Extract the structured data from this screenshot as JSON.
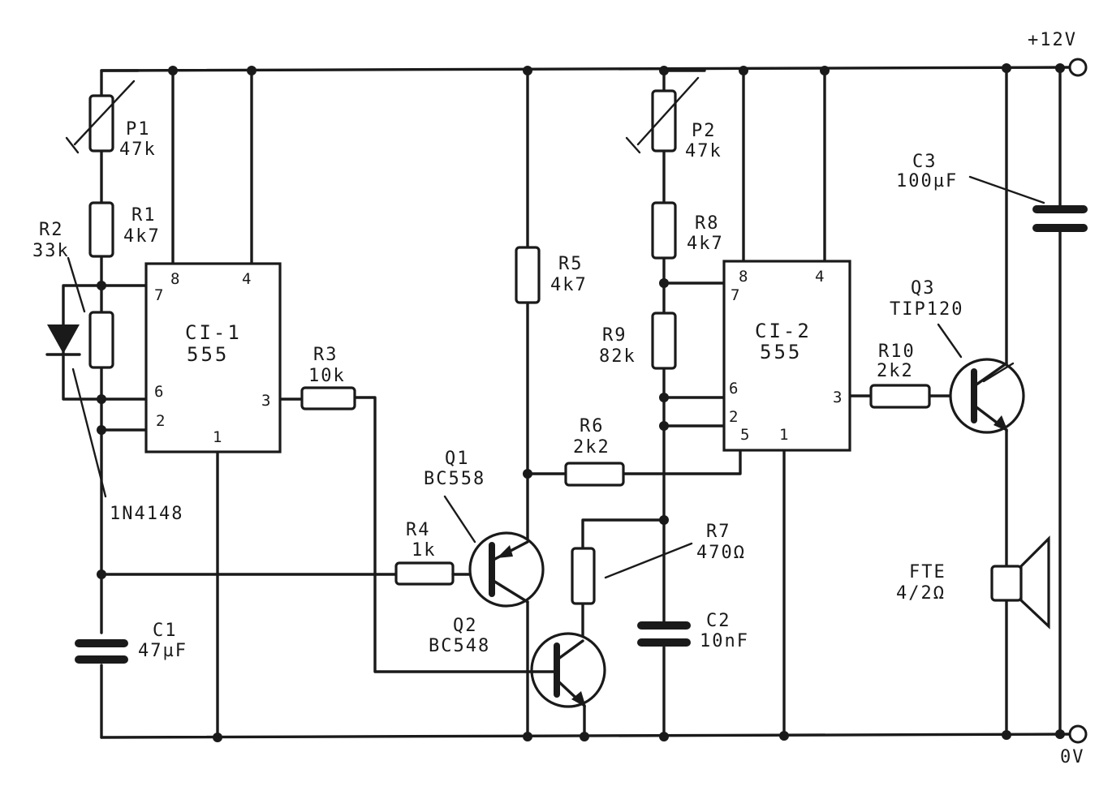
{
  "rails": {
    "positive": "+12V",
    "ground": "0V"
  },
  "ics": [
    {
      "ref": "CI-1",
      "type": "555",
      "pins": {
        "p8": "8",
        "p4": "4",
        "p7": "7",
        "p6": "6",
        "p2": "2",
        "p3": "3",
        "p1": "1"
      }
    },
    {
      "ref": "CI-2",
      "type": "555",
      "pins": {
        "p8": "8",
        "p4": "4",
        "p7": "7",
        "p6": "6",
        "p2": "2",
        "p5": "5",
        "p3": "3",
        "p1": "1"
      }
    }
  ],
  "pots": [
    {
      "ref": "P1",
      "value": "47k"
    },
    {
      "ref": "P2",
      "value": "47k"
    }
  ],
  "resistors": [
    {
      "ref": "R1",
      "value": "4k7"
    },
    {
      "ref": "R2",
      "value": "33k"
    },
    {
      "ref": "R3",
      "value": "10k"
    },
    {
      "ref": "R4",
      "value": "1k"
    },
    {
      "ref": "R5",
      "value": "4k7"
    },
    {
      "ref": "R6",
      "value": "2k2"
    },
    {
      "ref": "R7",
      "value": "470Ω"
    },
    {
      "ref": "R8",
      "value": "4k7"
    },
    {
      "ref": "R9",
      "value": "82k"
    },
    {
      "ref": "R10",
      "value": "2k2"
    }
  ],
  "capacitors": [
    {
      "ref": "C1",
      "value": "47µF"
    },
    {
      "ref": "C2",
      "value": "10nF"
    },
    {
      "ref": "C3",
      "value": "100µF"
    }
  ],
  "transistors": [
    {
      "ref": "Q1",
      "type": "BC558"
    },
    {
      "ref": "Q2",
      "type": "BC548"
    },
    {
      "ref": "Q3",
      "type": "TIP120"
    }
  ],
  "diode": {
    "type": "1N4148"
  },
  "speaker": {
    "ref": "FTE",
    "value": "4/2Ω"
  }
}
